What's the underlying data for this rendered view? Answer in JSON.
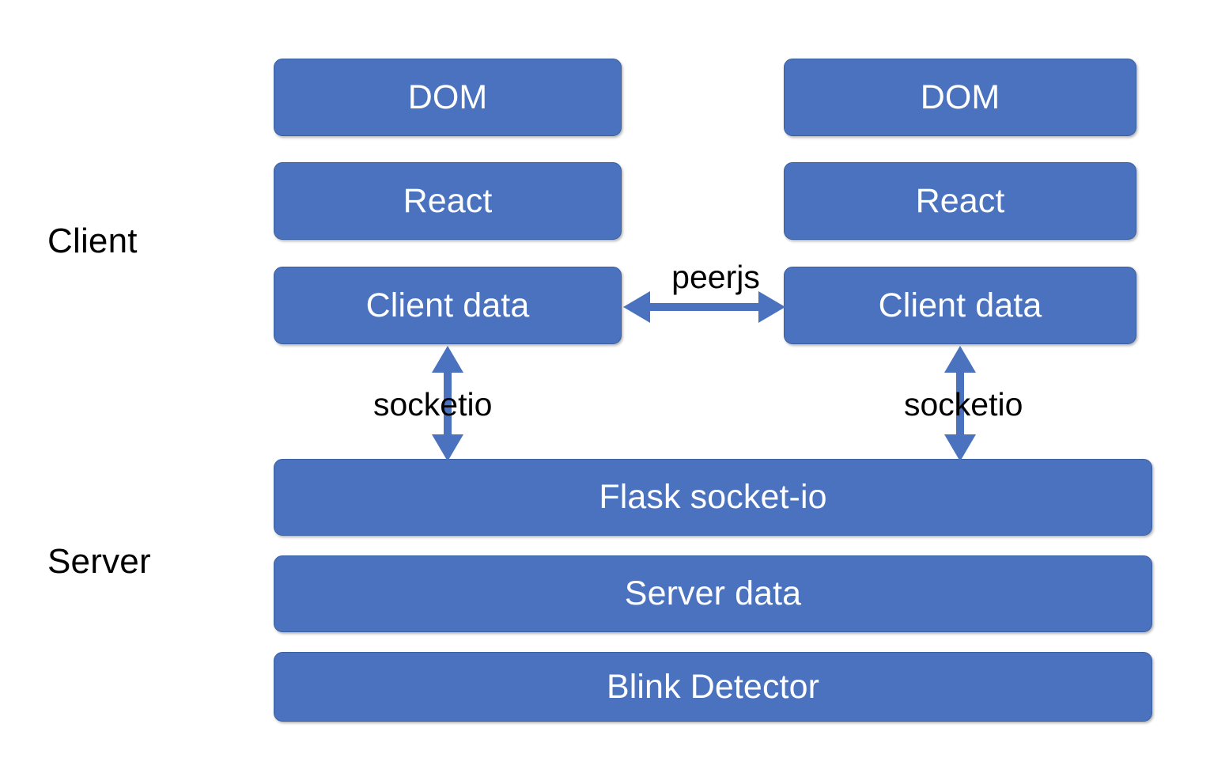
{
  "diagram": {
    "title": "Client-Server architecture diagram",
    "background_color": "#FFFFFF",
    "box_fill_color": "#4A72BE",
    "box_border_color": "#3A5FA0",
    "box_text_color": "#FFFFFF",
    "arrow_color": "#4A72BE",
    "label_text_color": "#000000"
  },
  "groups": [
    {
      "id": "client",
      "label": "Client"
    },
    {
      "id": "server",
      "label": "Server"
    }
  ],
  "client": {
    "left_stack": [
      {
        "id": "dom-left",
        "label": "DOM"
      },
      {
        "id": "react-left",
        "label": "React"
      },
      {
        "id": "client-data-left",
        "label": "Client data"
      }
    ],
    "right_stack": [
      {
        "id": "dom-right",
        "label": "DOM"
      },
      {
        "id": "react-right",
        "label": "React"
      },
      {
        "id": "client-data-right",
        "label": "Client data"
      }
    ]
  },
  "server": {
    "stack": [
      {
        "id": "flask-socket-io",
        "label": "Flask socket-io"
      },
      {
        "id": "server-data",
        "label": "Server data"
      },
      {
        "id": "blink-detector",
        "label": "Blink Detector"
      }
    ]
  },
  "connections": [
    {
      "id": "peerjs",
      "label": "peerjs",
      "from": "client-data-left",
      "to": "client-data-right",
      "orientation": "horizontal",
      "arrowheads": "both"
    },
    {
      "id": "socketio-left",
      "label": "socketio",
      "from": "client-data-left",
      "to": "flask-socket-io",
      "orientation": "vertical",
      "arrowheads": "both"
    },
    {
      "id": "socketio-right",
      "label": "socketio",
      "from": "client-data-right",
      "to": "flask-socket-io",
      "orientation": "vertical",
      "arrowheads": "both"
    }
  ]
}
